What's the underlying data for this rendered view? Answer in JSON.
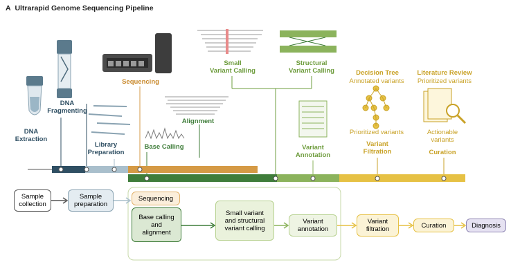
{
  "title": {
    "letter": "A",
    "text": "Ultrarapid Genome Sequencing Pipeline"
  },
  "top_labels": {
    "dna_extraction": [
      "DNA",
      "Extraction"
    ],
    "dna_fragmenting": [
      "DNA",
      "Fragmenting"
    ],
    "library_preparation": [
      "Library",
      "Preparation"
    ],
    "sequencing": "Sequencing",
    "base_calling": "Base Calling",
    "alignment": "Alignment",
    "small_variant_calling": [
      "Small",
      "Variant Calling"
    ],
    "structural_variant_calling": [
      "Structural",
      "Variant Calling"
    ],
    "variant_annotation": [
      "Variant",
      "Annotation"
    ],
    "decision_tree": "Decision Tree",
    "annotated_variants": "Annotated variants",
    "prioritized_variants_left": "Prioritized variants",
    "variant_filtration": [
      "Variant",
      "Filtration"
    ],
    "literature_review": "Literature Review",
    "prioritized_variants_right": "Prioritized variants",
    "actionable_variants": [
      "Actionable",
      "variants"
    ],
    "curation": "Curation"
  },
  "flow": {
    "sample_collection": [
      "Sample",
      "collection"
    ],
    "sample_preparation": [
      "Sample",
      "preparation"
    ],
    "sequencing": "Sequencing",
    "base_calling": [
      "Base calling",
      "and",
      "alignment"
    ],
    "small_variant": [
      "Small variant",
      "and structural",
      "variant calling"
    ],
    "variant_annotation": [
      "Variant",
      "annotation"
    ],
    "variant_filtration": [
      "Variant",
      "filtration"
    ],
    "curation": "Curation",
    "diagnosis": "Diagnosis"
  },
  "colors": {
    "dark_blue": "#2f4f63",
    "light_blue": "#a9bfcc",
    "orange": "#d59a45",
    "dark_green": "#3f7d3a",
    "light_green": "#8bb35c",
    "gold": "#e6c144"
  }
}
